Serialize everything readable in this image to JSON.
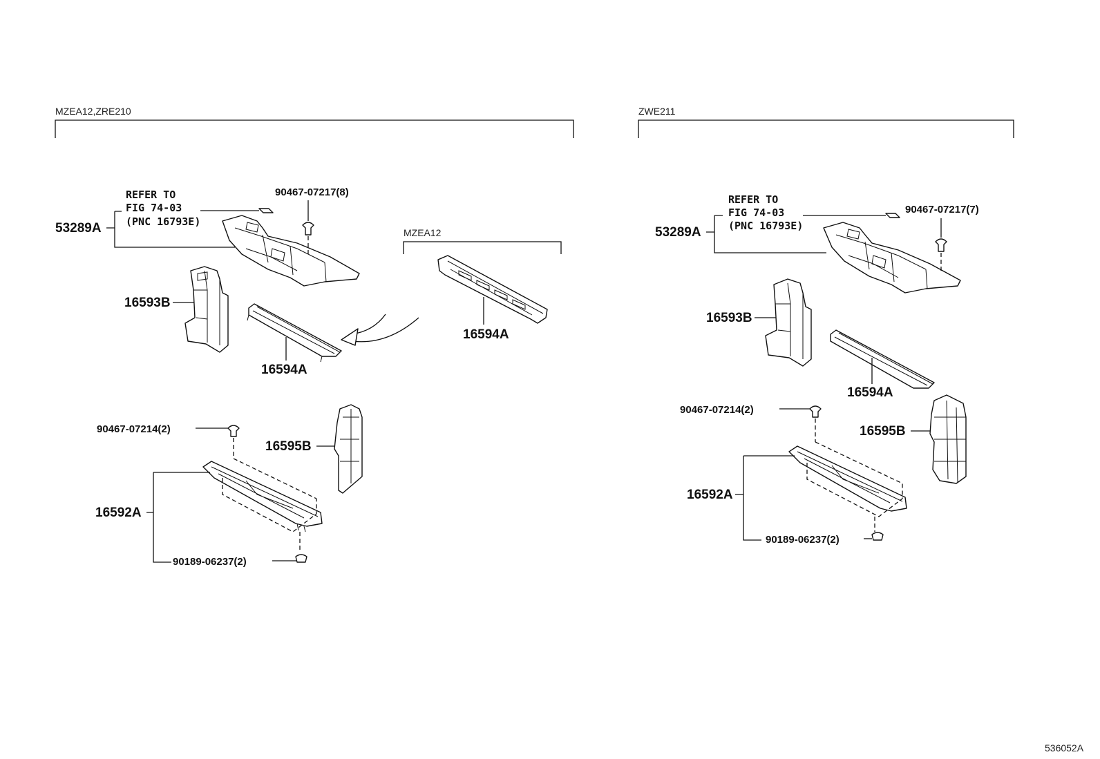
{
  "groups": {
    "left": "MZEA12,ZRE210",
    "right": "ZWE211",
    "sub": "MZEA12"
  },
  "refer": {
    "line1": "REFER TO",
    "line2": "FIG 74-03",
    "line3": "(PNC 16793E)"
  },
  "left": {
    "p53289": "53289A",
    "p90467_8": "90467-07217(8)",
    "p16593b": "16593B",
    "p16594a": "16594A",
    "p16594a_sub": "16594A",
    "p90467_2": "90467-07214(2)",
    "p16595b": "16595B",
    "p16592a": "16592A",
    "p90189": "90189-06237(2)"
  },
  "right": {
    "p53289": "53289A",
    "p90467_7": "90467-07217(7)",
    "p16593b": "16593B",
    "p16594a": "16594A",
    "p90467_2": "90467-07214(2)",
    "p16595b": "16595B",
    "p16592a": "16592A",
    "p90189": "90189-06237(2)"
  },
  "figure_id": "536052A"
}
